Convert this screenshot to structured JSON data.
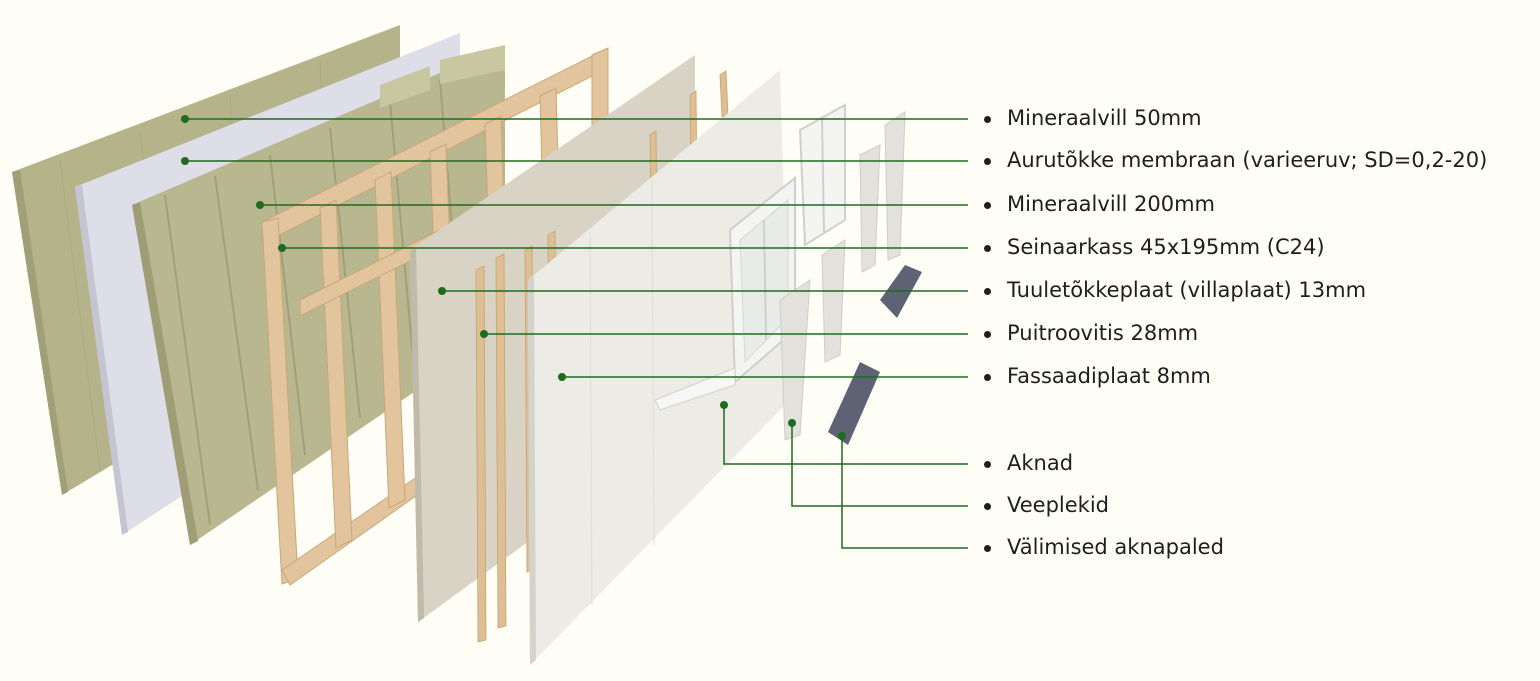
{
  "colors": {
    "background": "#fefef6",
    "leader_line": "#1f6b1f",
    "wool": "#b7b58c",
    "membrane": "#dcdde6",
    "timber": "#e3c7a0",
    "board": "#d8d2c6",
    "facade": "#ecebe6",
    "sill": "#5d6275"
  },
  "layers": [
    {
      "id": "mineral-wool-50",
      "label": "Mineraalvill 50mm"
    },
    {
      "id": "vapour-membrane",
      "label": "Aurutõkke membraan (varieeruv; SD=0,2-20)"
    },
    {
      "id": "mineral-wool-200",
      "label": "Mineraalvill 200mm"
    },
    {
      "id": "wall-frame",
      "label": "Seinaarkass 45x195mm (C24)"
    },
    {
      "id": "wind-barrier-board",
      "label": "Tuuletõkkeplaat (villaplaat) 13mm"
    },
    {
      "id": "battens",
      "label": "Puitroovitis 28mm"
    },
    {
      "id": "facade-board",
      "label": "Fassaadiplaat 8mm"
    },
    {
      "id": "windows",
      "label": "Aknad"
    },
    {
      "id": "flashings",
      "label": "Veeplekid"
    },
    {
      "id": "window-sills",
      "label": "Välimised aknapaled"
    }
  ]
}
